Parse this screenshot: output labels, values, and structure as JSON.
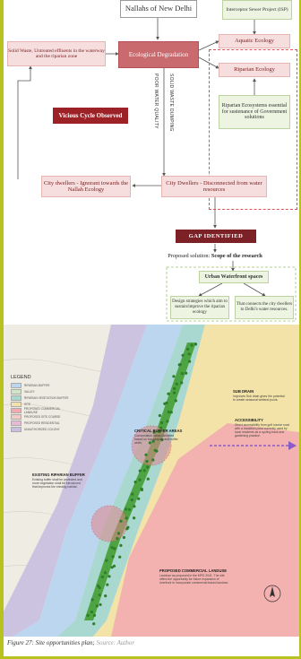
{
  "diagram": {
    "nallahs": "Nallahs of New Delhi",
    "isp": "Interceptor Sewer Project (ISP)",
    "solid_waste": "Solid Waste, Untreated effluents in the waterway and the riparian zone",
    "ecological_degradation": "Ecological Degradation",
    "aquatic_ecology": "Aquatic Ecology",
    "riparian_ecology": "Riparian Ecology",
    "riparian_ecosystems": "Riparian Ecosystems essential for sustenance of Government solutions",
    "poor_water_quality": "POOR WATER QUALITY",
    "solid_waste_dumping": "SOLID WASTE DUMPING",
    "vicious_cycle": "Vicious Cycle Observed",
    "city_ignorant": "City dwellers - Ignorant towards the Nallah Ecology",
    "city_disconnected": "City Dwellers - Disconnected from water resources",
    "gap_identified": "GAP IDENTIFIED",
    "proposed_prefix": "Proposed solution: ",
    "proposed_scope": "Scope of the research",
    "urban_waterfront": "Urban Waterfront spaces",
    "design_strategies": "Design strategies which aim to sustain/improve the riparian ecology",
    "connects_city": "That connects the city dwellers to Delhi's water resources."
  },
  "map": {
    "legend_title": "LEGEND",
    "legend": [
      {
        "label": "RIPARIAN BUFFER",
        "color": "#bcd6f0"
      },
      {
        "label": "VALLEY",
        "color": "#cfe6c4"
      },
      {
        "label": "RIPARIAN VEGETATION BUFFER",
        "color": "#a8d8d0"
      },
      {
        "label": "SITE",
        "color": "#f3e3a8"
      },
      {
        "label": "PROPOSED COMMERCIAL LANDUSE",
        "color": "#f2a9b0"
      },
      {
        "label": "PROPOSED SITE COURSE",
        "color": "#f6c9c9"
      },
      {
        "label": "PROPOSED RESIDENTIAL",
        "color": "#e8b9d6"
      },
      {
        "label": "UNAUTHORIZED COLONY",
        "color": "#c8bfe0"
      }
    ],
    "existing_buffer_title": "EXISTING RIPARIAN BUFFER",
    "existing_buffer_desc": "Existing buffer shall be protected and more vegetation shall be introduced that improves the existing habitat.",
    "critical_title": "CRITICAL BUFFER AREAS",
    "critical_desc": "Conservation Areas identified based on topographic and buffer width.",
    "sub_drain_title": "SUB DRAIN",
    "sub_drain_desc": "Improves Sub drain gives the potential to create seasonal wetland pools.",
    "accessibility_title": "ACCESSIBILITY",
    "accessibility_desc": "Direct accessibility from golf course road with a transition point currently used by local residents as a cycling track and gardening practice.",
    "commercial_title": "PROPOSED COMMERCIAL LANDUSE",
    "commercial_desc": "Landuse as proposed in the MPD 2041. The site offers the opportunity for future expansion of riverfront to incorporate commercial based landuse."
  },
  "caption": {
    "text": "Figure 27: Site opportunities plan;",
    "source": " Source: Author"
  },
  "colors": {
    "frame": "#b7c21f",
    "accent_dark": "#9c2227",
    "node_pink": "#f6dede",
    "node_dark": "#c86a6e",
    "green_box": "#edf4e2"
  }
}
